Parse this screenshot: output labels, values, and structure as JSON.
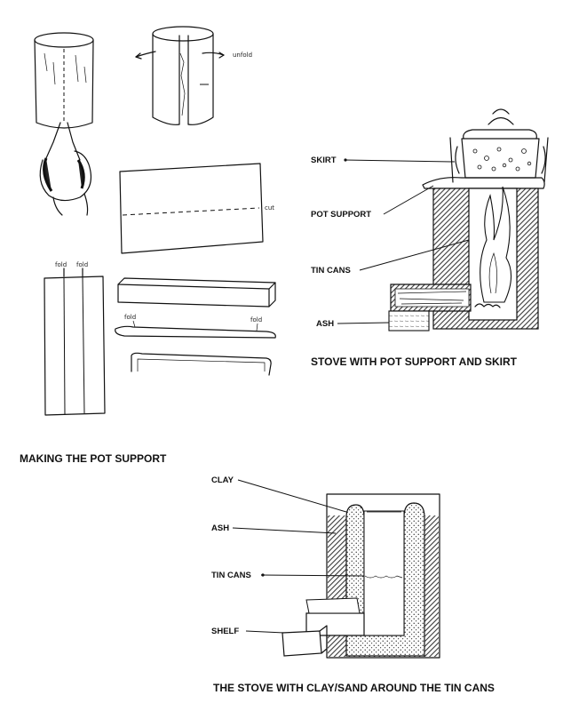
{
  "sketch_notes": {
    "unfold": "unfold",
    "cut": "cut",
    "fold_a": "fold",
    "fold_b": "fold",
    "fold_c": "fold",
    "fold_d": "fold"
  },
  "captions": {
    "making_pot_support": "MAKING THE POT SUPPORT",
    "stove_pot_support": "STOVE WITH POT SUPPORT AND SKIRT",
    "stove_clay_sand": "THE STOVE WITH CLAY/SAND AROUND THE TIN CANS"
  },
  "stove1_labels": {
    "skirt": "SKIRT",
    "pot_support": "POT SUPPORT",
    "tin_cans": "TIN CANS",
    "ash": "ASH"
  },
  "stove2_labels": {
    "clay": "CLAY",
    "ash": "ASH",
    "tin_cans": "TIN CANS",
    "shelf": "SHELF"
  },
  "colors": {
    "ink": "#111111",
    "paper": "#ffffff",
    "hatch": "#3a3a3a"
  }
}
